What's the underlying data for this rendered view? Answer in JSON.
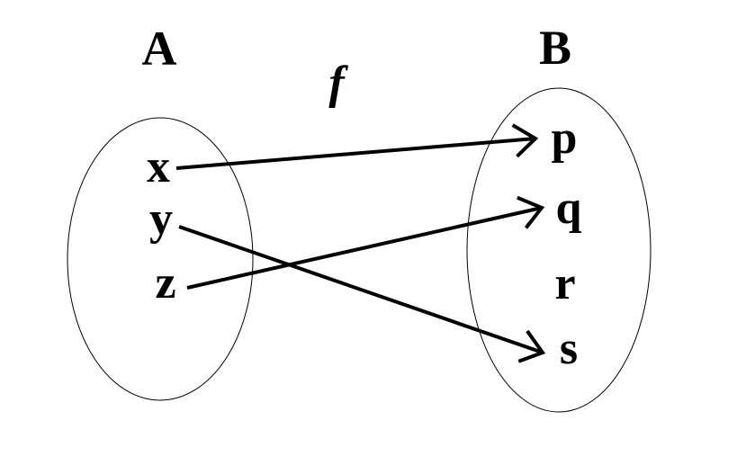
{
  "diagram": {
    "function_label": "f",
    "set_a": {
      "label": "A",
      "elements": [
        "x",
        "y",
        "z"
      ]
    },
    "set_b": {
      "label": "B",
      "elements": [
        "p",
        "q",
        "r",
        "s"
      ]
    },
    "mappings": [
      {
        "from": "x",
        "to": "p"
      },
      {
        "from": "y",
        "to": "s"
      },
      {
        "from": "z",
        "to": "q"
      }
    ],
    "colors": {
      "stroke": "#000000",
      "background": "#ffffff"
    }
  }
}
